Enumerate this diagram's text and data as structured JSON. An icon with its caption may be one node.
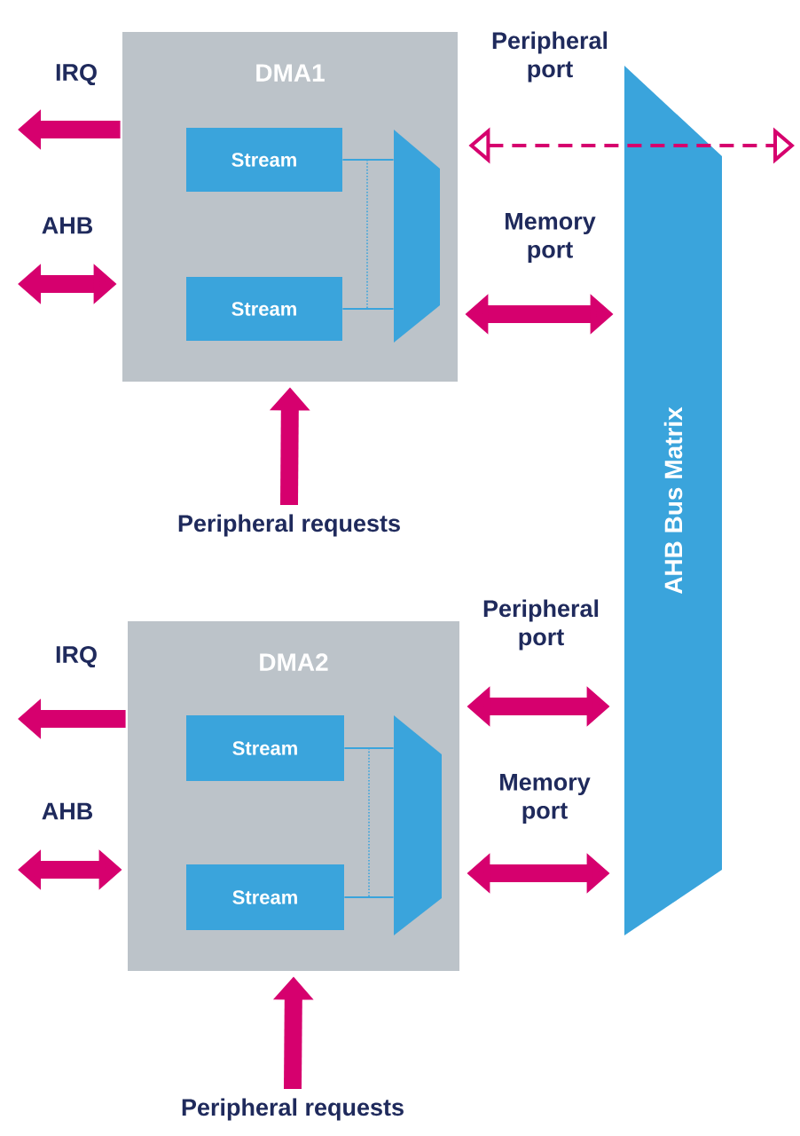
{
  "diagram": {
    "nodes": [
      {
        "text": [
          "DMA1"
        ]
      },
      {
        "text": [
          "Stream"
        ],
        "in": 0
      },
      {
        "text": [
          "Stream"
        ],
        "in": 0
      },
      {
        "text": [],
        "shape": "trapezoid",
        "in": 0
      },
      {
        "text": [
          "AHB Bus Matrix"
        ]
      },
      {
        "text": [
          "Peripheral requests"
        ]
      },
      {
        "text": [
          "DMA2"
        ]
      },
      {
        "text": [
          "Stream"
        ],
        "in": 6
      },
      {
        "text": [
          "Stream"
        ],
        "in": 6
      },
      {
        "text": [],
        "shape": "trapezoid",
        "in": 6
      },
      {
        "text": [
          "Peripheral requests"
        ]
      }
    ],
    "edges": [
      {
        "from": 0,
        "to": null,
        "arrow": "to",
        "label": "IRQ"
      },
      {
        "from": 0,
        "to": null,
        "arrow": "both",
        "label": "AHB"
      },
      {
        "from": 1,
        "to": 3,
        "arrow": "none",
        "color": "#3aa4dc"
      },
      {
        "from": 2,
        "to": 3,
        "arrow": "none",
        "color": "#3aa4dc"
      },
      {
        "from": 0,
        "to": null,
        "arrow": "both",
        "style": "dashed",
        "label": "Peripheral port"
      },
      {
        "from": 0,
        "to": 4,
        "arrow": "both",
        "label": "Memory port"
      },
      {
        "from": 5,
        "to": 0,
        "arrow": "to"
      },
      {
        "from": 6,
        "to": null,
        "arrow": "to",
        "label": "IRQ"
      },
      {
        "from": 6,
        "to": null,
        "arrow": "both",
        "label": "AHB"
      },
      {
        "from": 7,
        "to": 9,
        "arrow": "none",
        "color": "#3aa4dc"
      },
      {
        "from": 8,
        "to": 9,
        "arrow": "none",
        "color": "#3aa4dc"
      },
      {
        "from": 6,
        "to": 4,
        "arrow": "both",
        "label": "Peripheral port"
      },
      {
        "from": 6,
        "to": 4,
        "arrow": "both",
        "label": "Memory port"
      },
      {
        "from": 10,
        "to": 6,
        "arrow": "to"
      }
    ]
  }
}
